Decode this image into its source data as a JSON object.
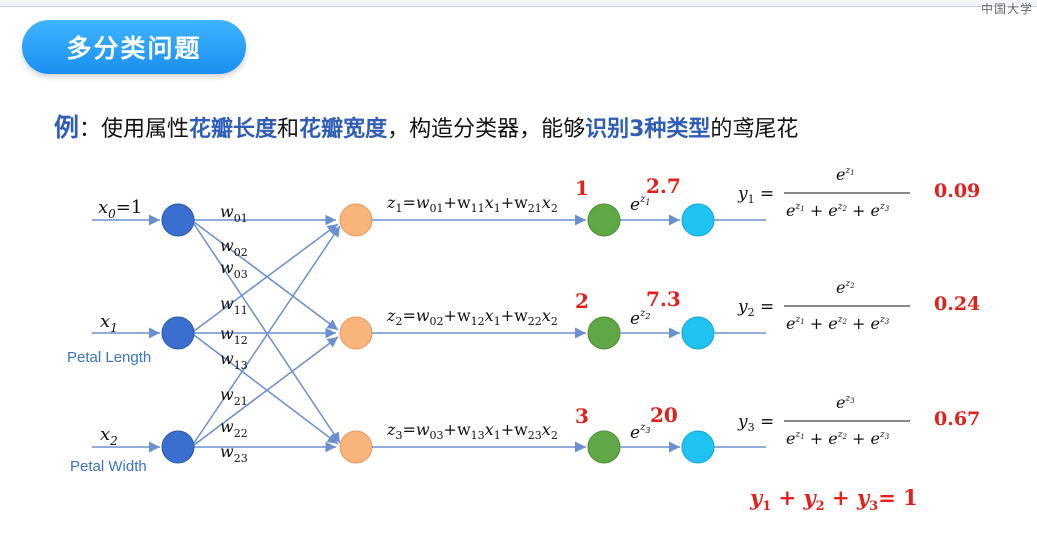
{
  "header": {
    "corner_text": "中国大学"
  },
  "title": "多分类问题",
  "example": {
    "lead": "例",
    "p1": "：使用属性",
    "h1": "花瓣长度",
    "p2": "和",
    "h2": "花瓣宽度",
    "p3": "，构造分类器，能够",
    "h3": "识别3种类型",
    "p4": "的鸢尾花"
  },
  "inputs": [
    {
      "label": "x",
      "sub": "0",
      "suffix": "=1",
      "caption": ""
    },
    {
      "label": "x",
      "sub": "1",
      "suffix": "",
      "caption": "Petal Length"
    },
    {
      "label": "x",
      "sub": "2",
      "suffix": "",
      "caption": "Petal Width"
    }
  ],
  "weights": [
    "01",
    "02",
    "03",
    "11",
    "12",
    "13",
    "21",
    "22",
    "23"
  ],
  "z_eq": [
    {
      "z": "z",
      "zs": "1",
      "eq": "=",
      "w0": "01",
      "w1": "11",
      "w2": "21"
    },
    {
      "z": "z",
      "zs": "2",
      "eq": "=",
      "w0": "02",
      "w1": "12",
      "w2": "22"
    },
    {
      "z": "z",
      "zs": "3",
      "eq": "=",
      "w0": "03",
      "w1": "13",
      "w2": "23"
    }
  ],
  "z_values": [
    "1",
    "2",
    "3"
  ],
  "exp_values": [
    "2.7",
    "7.3",
    "20"
  ],
  "outputs": [
    {
      "y": "y",
      "ys": "1",
      "num_sub": "1"
    },
    {
      "y": "y",
      "ys": "2",
      "num_sub": "2"
    },
    {
      "y": "y",
      "ys": "3",
      "num_sub": "3"
    }
  ],
  "probs": [
    "0.09",
    "0.24",
    "0.67"
  ],
  "sum_eq": {
    "text": "= 1"
  },
  "colors": {
    "accent": "#2f5db8",
    "red": "#e3201b",
    "node_input": "#3a6fd0",
    "node_hidden": "#f9b47c",
    "node_exp": "#5fa845",
    "node_out": "#1ec3f2",
    "line": "#6b8fd1"
  }
}
